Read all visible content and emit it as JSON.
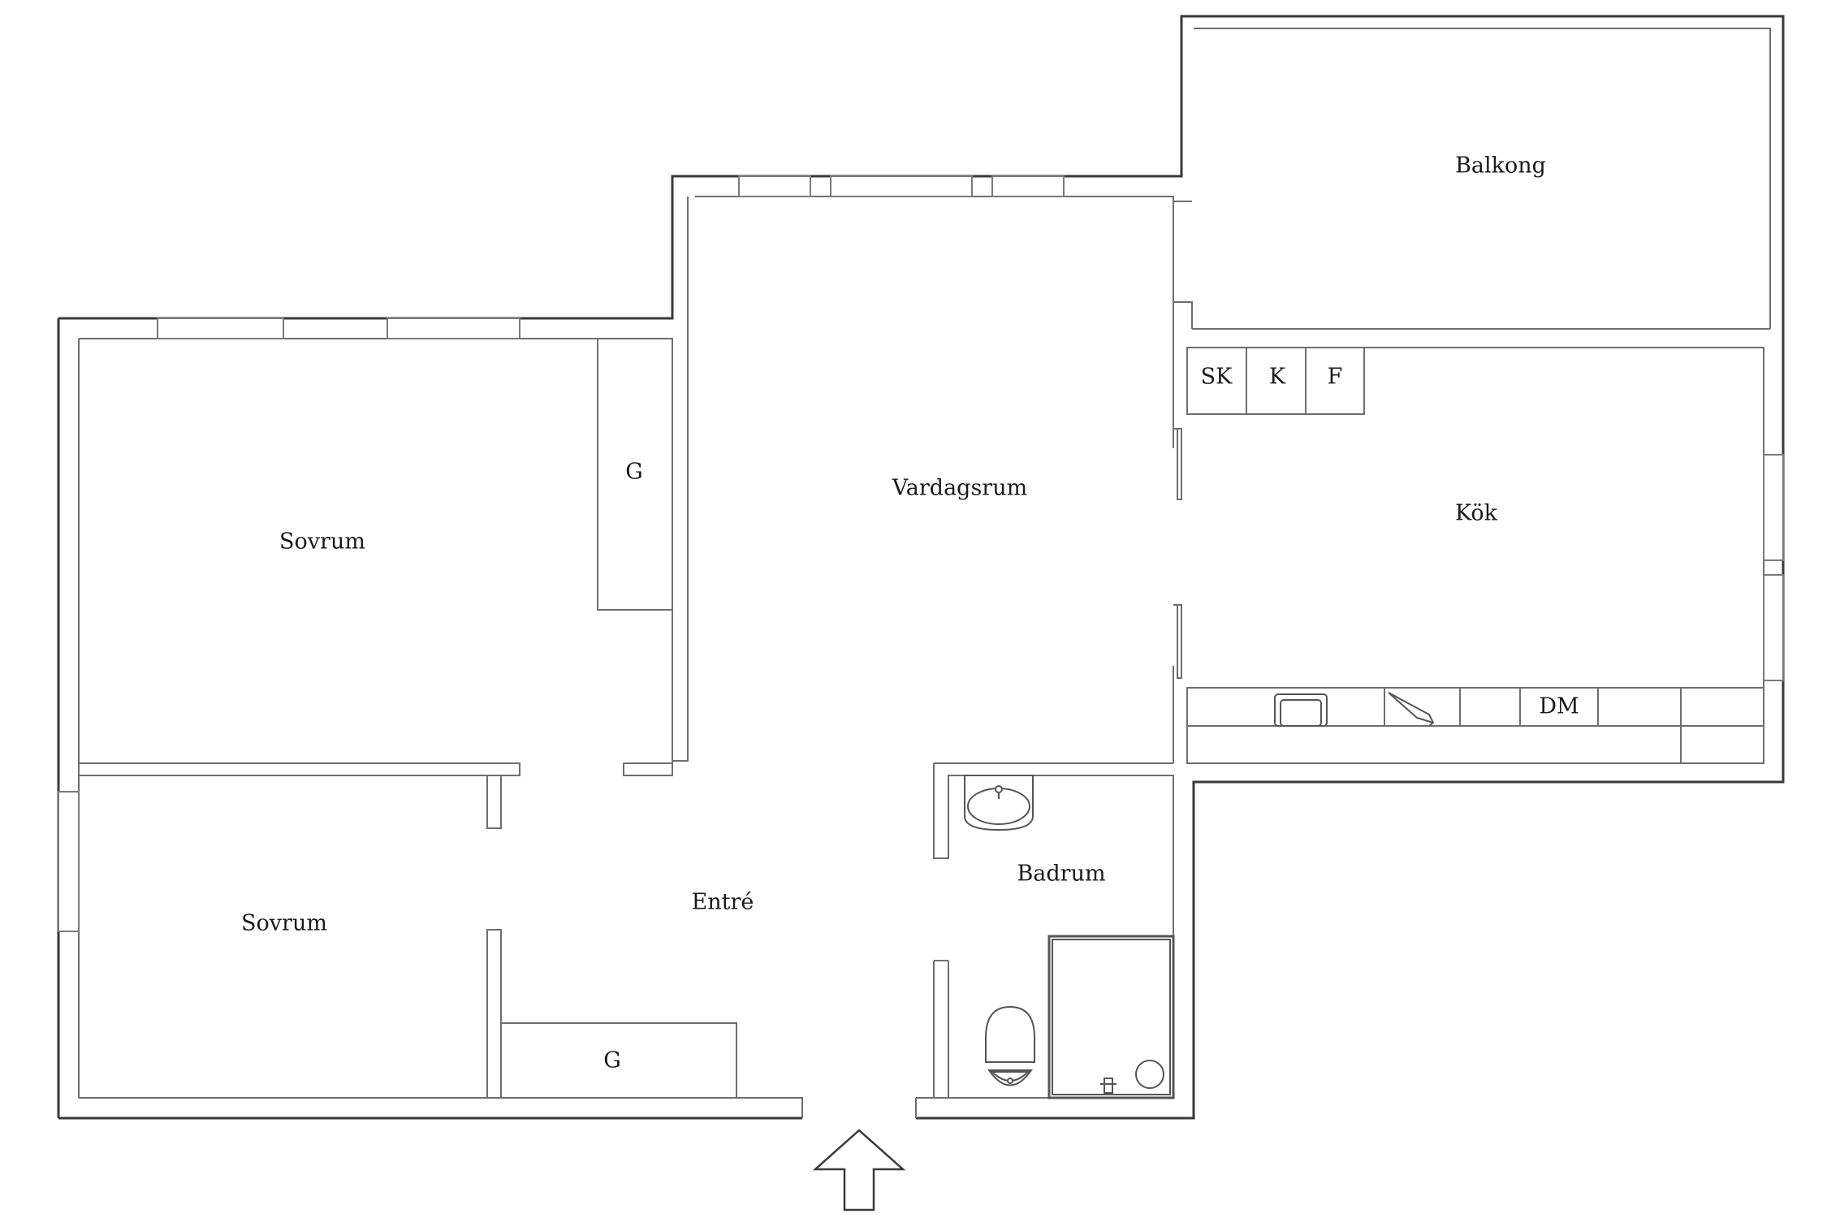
{
  "rooms": {
    "balkong": "Balkong",
    "vardagsrum": "Vardagsrum",
    "kok": "Kök",
    "sovrum_upper": "Sovrum",
    "sovrum_lower": "Sovrum",
    "entre": "Entré",
    "badrum": "Badrum"
  },
  "fixtures": {
    "wardrobe_bedroom": "G",
    "wardrobe_hall": "G",
    "pantry": "SK",
    "fridge": "K",
    "freezer": "F",
    "dishwasher": "DM"
  },
  "icons": {
    "entrance": "entrance-arrow-icon",
    "sink": "sink-icon",
    "toilet": "toilet-icon",
    "stove": "stove-icon",
    "kitchen_sink": "kitchen-sink-icon",
    "shower": "shower-icon"
  },
  "colors": {
    "walls": "#3a3a3a",
    "background": "#ffffff"
  }
}
